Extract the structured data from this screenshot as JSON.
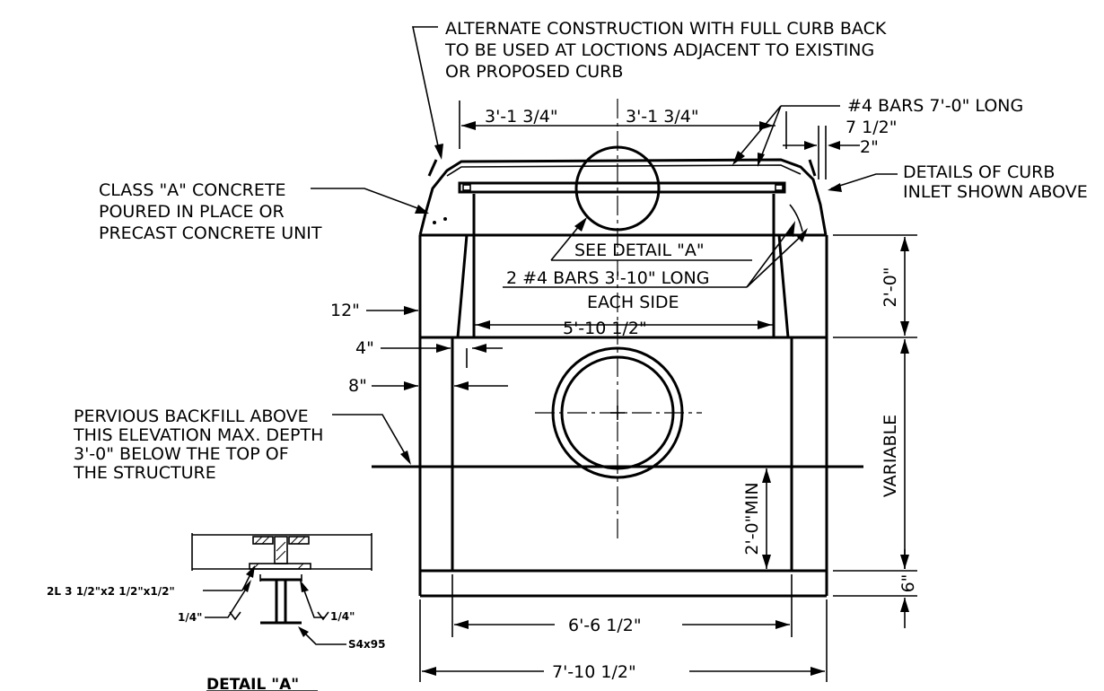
{
  "notes": {
    "alternate": [
      "ALTERNATE CONSTRUCTION WITH FULL CURB BACK",
      "TO BE USED AT LOCTIONS ADJACENT TO EXISTING",
      "OR PROPOSED CURB"
    ],
    "concrete": [
      "CLASS \"A\" CONCRETE",
      "POURED IN PLACE OR",
      "PRECAST CONCRETE UNIT"
    ],
    "curb_details": [
      "DETAILS OF CURB",
      "INLET SHOWN ABOVE"
    ],
    "bars_long": "#4 BARS 7'-0\" LONG",
    "see_detail": "SEE DETAIL \"A\"",
    "bars_side": [
      "2 #4 BARS 3'-10\" LONG",
      "EACH SIDE"
    ],
    "backfill": [
      "PERVIOUS BACKFILL ABOVE",
      "THIS ELEVATION MAX. DEPTH",
      "3'-0\" BELOW THE TOP OF",
      "THE STRUCTURE"
    ]
  },
  "dims": {
    "top_left": "3'-1 3/4\"",
    "top_right": "3'-1 3/4\"",
    "curb_7half": "7 1/2\"",
    "curb_2": "2\"",
    "inner_width": "5'-10 1/2\"",
    "wall_12": "12\"",
    "wall_4": "4\"",
    "wall_8": "8\"",
    "height_2ft": "2'-0\"",
    "variable": "VARIABLE",
    "min_2ft": "2'-0\"MIN",
    "slab_6": "6\"",
    "base_inner": "6'-6 1/2\"",
    "base_outer": "7'-10 1/2\""
  },
  "detail_a": {
    "title": "DETAIL \"A\"",
    "angle": "2L 3 1/2\"x2 1/2\"x1/2\"",
    "weld_left": "1/4\"",
    "weld_right": "1/4\"",
    "beam": "S4x95"
  }
}
